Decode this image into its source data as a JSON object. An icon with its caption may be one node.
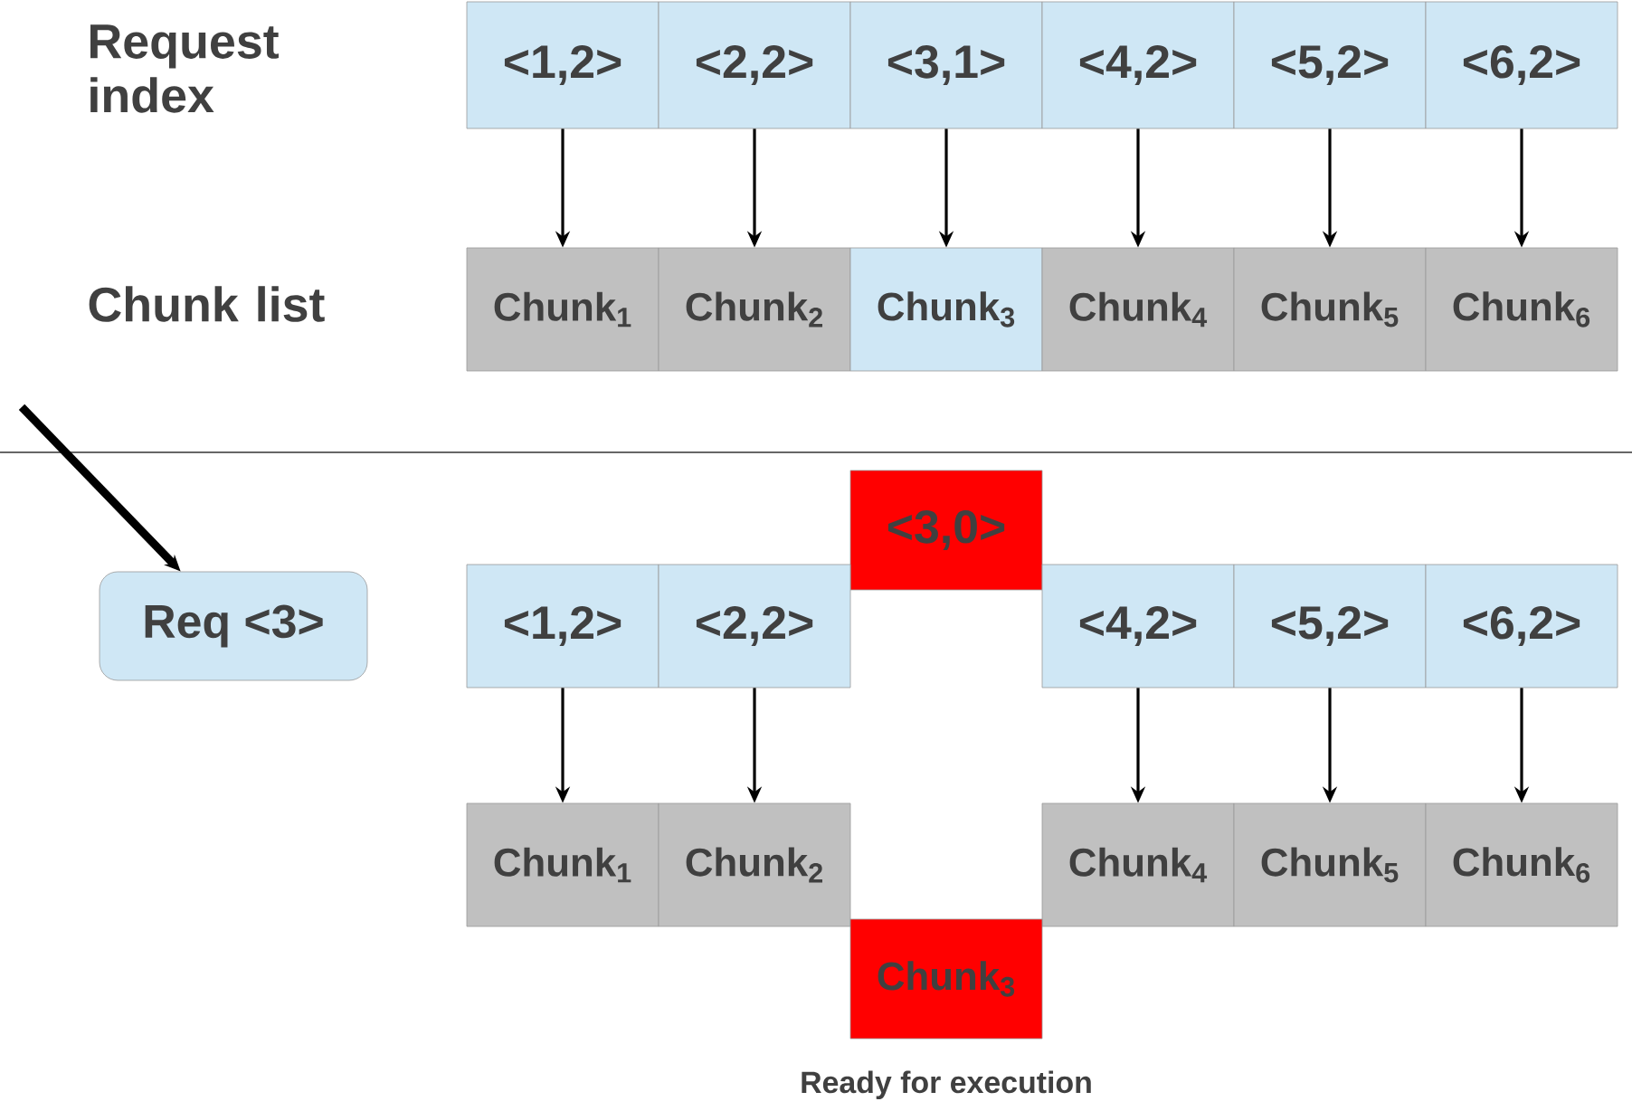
{
  "diagram": {
    "nodes": [
      {
        "text": [
          "<1,2>"
        ]
      },
      {
        "text": [
          "<2,2>"
        ]
      },
      {
        "text": [
          "<3,1>"
        ]
      },
      {
        "text": [
          "<4,2>"
        ]
      },
      {
        "text": [
          "<5,2>"
        ]
      },
      {
        "text": [
          "<6,2>"
        ]
      },
      {
        "text": [
          "Chunk$_{1}$"
        ]
      },
      {
        "text": [
          "Chunk$_{2}$"
        ]
      },
      {
        "text": [
          "Chunk$_{3}$"
        ]
      },
      {
        "text": [
          "Chunk$_{4}$"
        ]
      },
      {
        "text": [
          "Chunk$_{5}$"
        ]
      },
      {
        "text": [
          "Chunk$_{6}$"
        ]
      },
      {
        "text": [
          "<3,0>"
        ]
      },
      {
        "text": [
          "Req <3>"
        ]
      },
      {
        "text": [
          "<1,2>"
        ]
      },
      {
        "text": [
          "<2,2>"
        ]
      },
      {
        "text": [
          "<4,2>"
        ]
      },
      {
        "text": [
          "<5,2>"
        ]
      },
      {
        "text": [
          "<6,2>"
        ]
      },
      {
        "text": [
          "Chunk$_{1}$"
        ]
      },
      {
        "text": [
          "Chunk$_{2}$"
        ]
      },
      {
        "text": [
          "Chunk$_{4}$"
        ]
      },
      {
        "text": [
          "Chunk$_{5}$"
        ]
      },
      {
        "text": [
          "Chunk$_{6}$"
        ]
      },
      {
        "text": [
          "Chunk$_{3}$"
        ],
        "beside": [
          "Ready for execution"
        ]
      }
    ],
    "edges": [
      {
        "from": 0,
        "to": 6,
        "arrow": "to"
      },
      {
        "from": 1,
        "to": 7,
        "arrow": "to"
      },
      {
        "from": 2,
        "to": 8,
        "arrow": "to"
      },
      {
        "from": 3,
        "to": 9,
        "arrow": "to"
      },
      {
        "from": 4,
        "to": 10,
        "arrow": "to"
      },
      {
        "from": 5,
        "to": 11,
        "arrow": "to"
      },
      {
        "from": null,
        "to": 13,
        "arrow": "to",
        "style": "thick"
      },
      {
        "from": 14,
        "to": 19,
        "arrow": "to"
      },
      {
        "from": 15,
        "to": 20,
        "arrow": "to"
      },
      {
        "from": 16,
        "to": 21,
        "arrow": "to"
      },
      {
        "from": 17,
        "to": 22,
        "arrow": "to"
      },
      {
        "from": 18,
        "to": 23,
        "arrow": "to"
      }
    ],
    "labels": [
      "Request index",
      "Chunk list"
    ]
  }
}
